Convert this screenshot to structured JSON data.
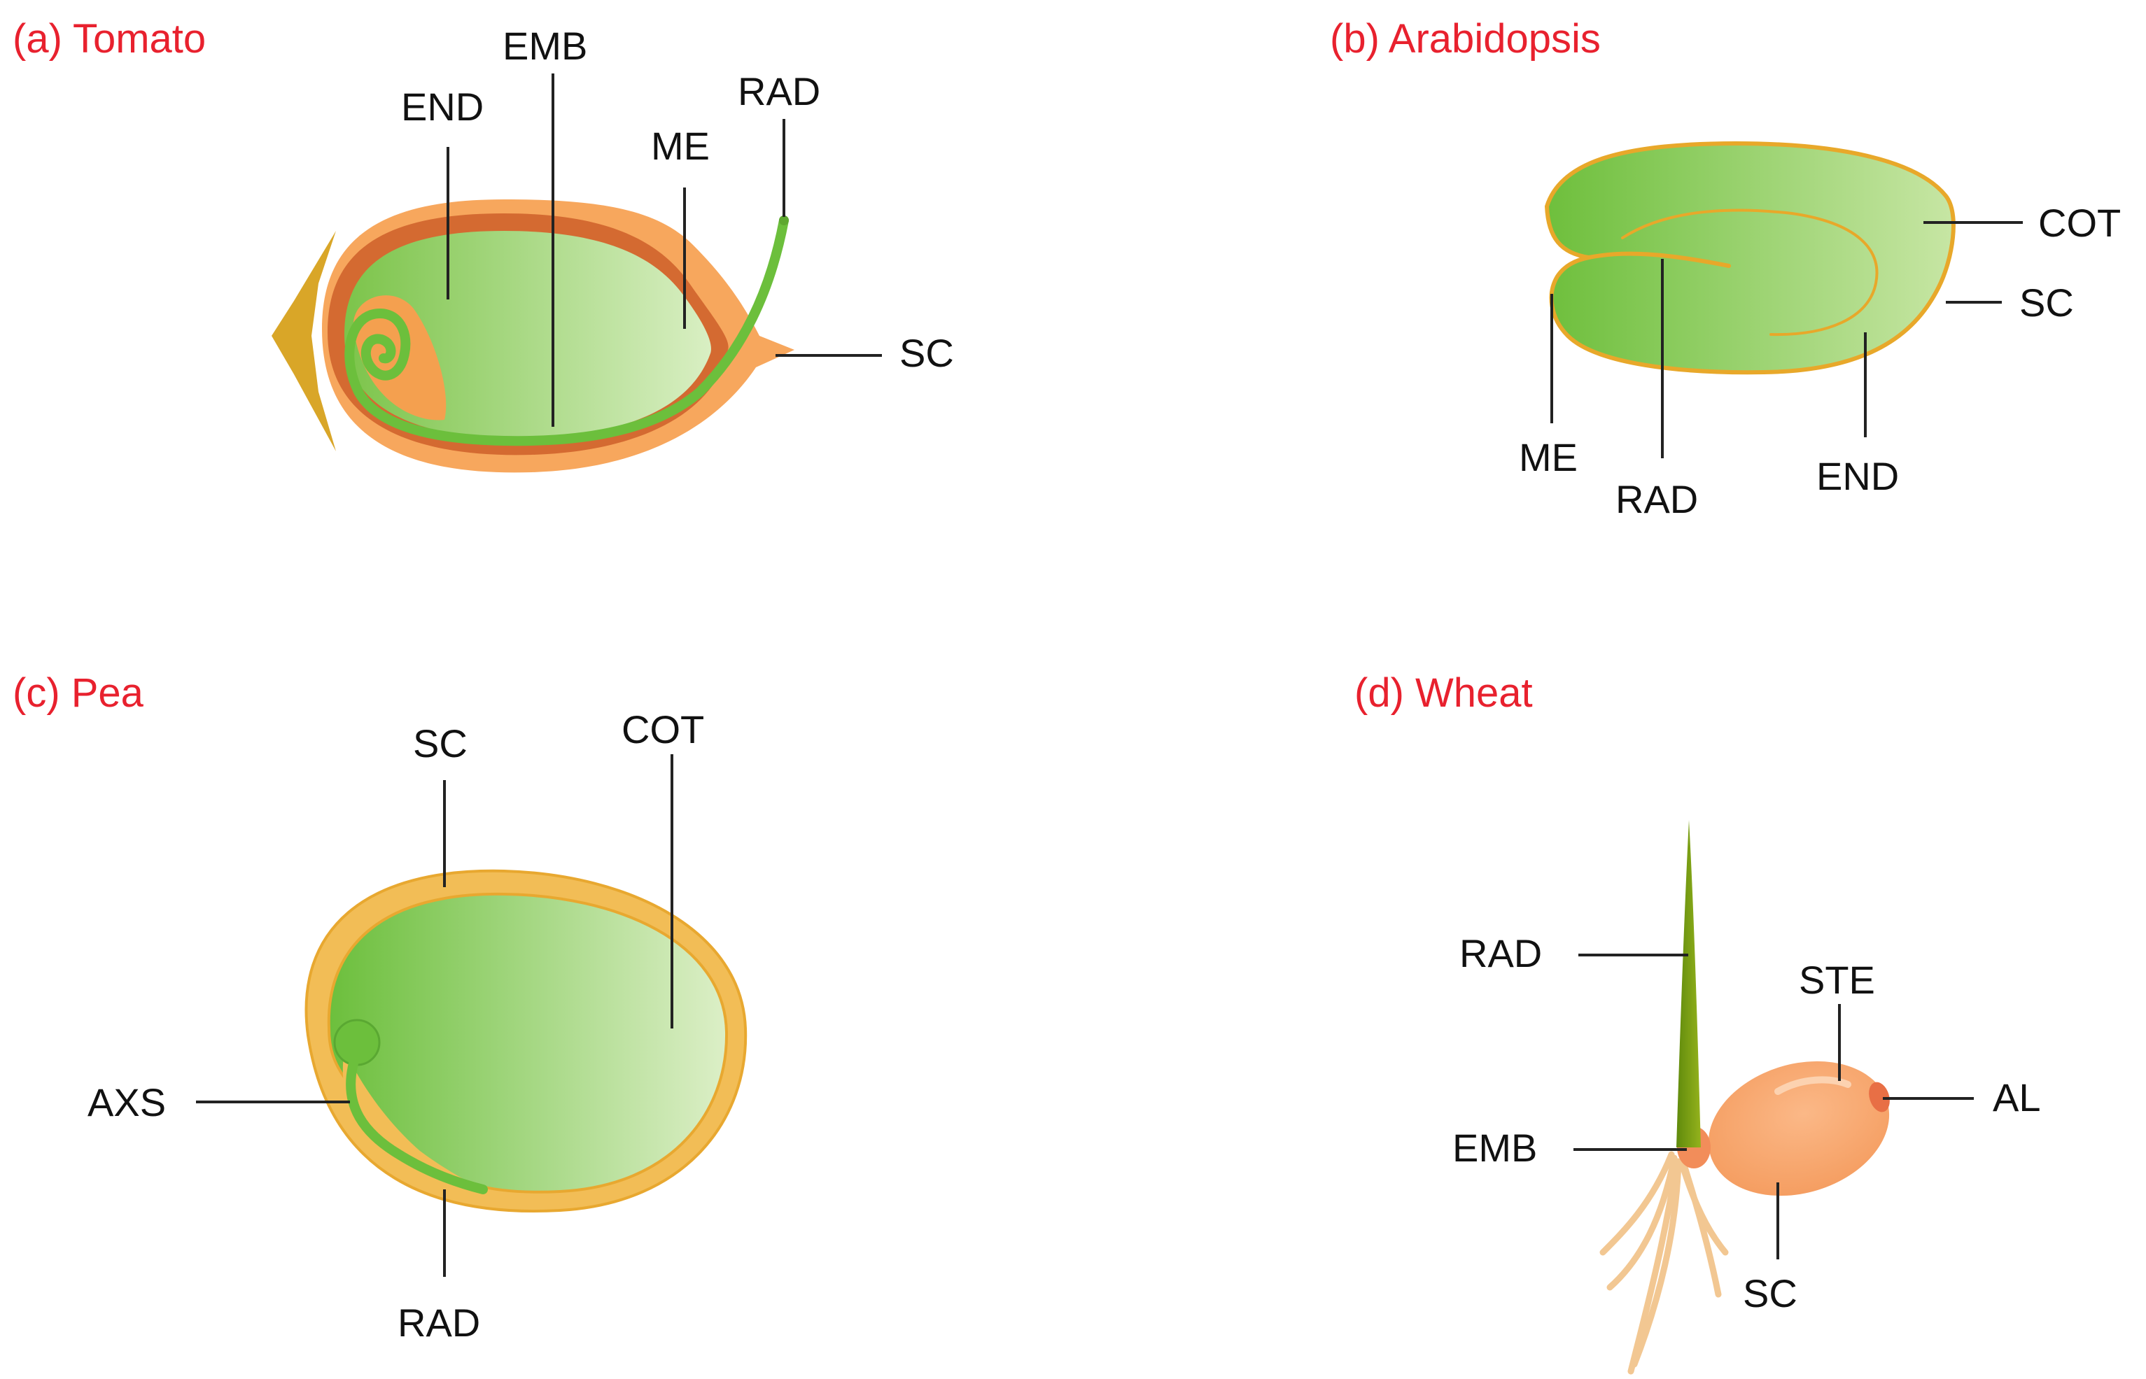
{
  "colors": {
    "title": "#e8212e",
    "label": "#111111",
    "leader": "#222222",
    "green_dark": "#6cbf3c",
    "green_light": "#d6ecbe",
    "tomato_coat": "#f7a75d",
    "tomato_inner_ring": "#d46a31",
    "tomato_hilum": "#d9a628",
    "arabidopsis_outline": "#e8a82a",
    "pea_coat": "#f2bd56",
    "wheat_grain": "#f7a66b",
    "wheat_shoot": "#7a9b12",
    "wheat_root": "#f2c792"
  },
  "panels": {
    "tomato": {
      "title": "(a) Tomato",
      "labels": {
        "emb": "EMB",
        "end": "END",
        "me": "ME",
        "rad": "RAD",
        "sc": "SC"
      }
    },
    "arabidopsis": {
      "title": "(b) Arabidopsis",
      "labels": {
        "cot": "COT",
        "sc": "SC",
        "me": "ME",
        "rad": "RAD",
        "end": "END"
      }
    },
    "pea": {
      "title": "(c) Pea",
      "labels": {
        "sc": "SC",
        "cot": "COT",
        "axs": "AXS",
        "rad": "RAD"
      }
    },
    "wheat": {
      "title": "(d) Wheat",
      "labels": {
        "rad": "RAD",
        "ste": "STE",
        "al": "AL",
        "emb": "EMB",
        "sc": "SC"
      }
    }
  }
}
